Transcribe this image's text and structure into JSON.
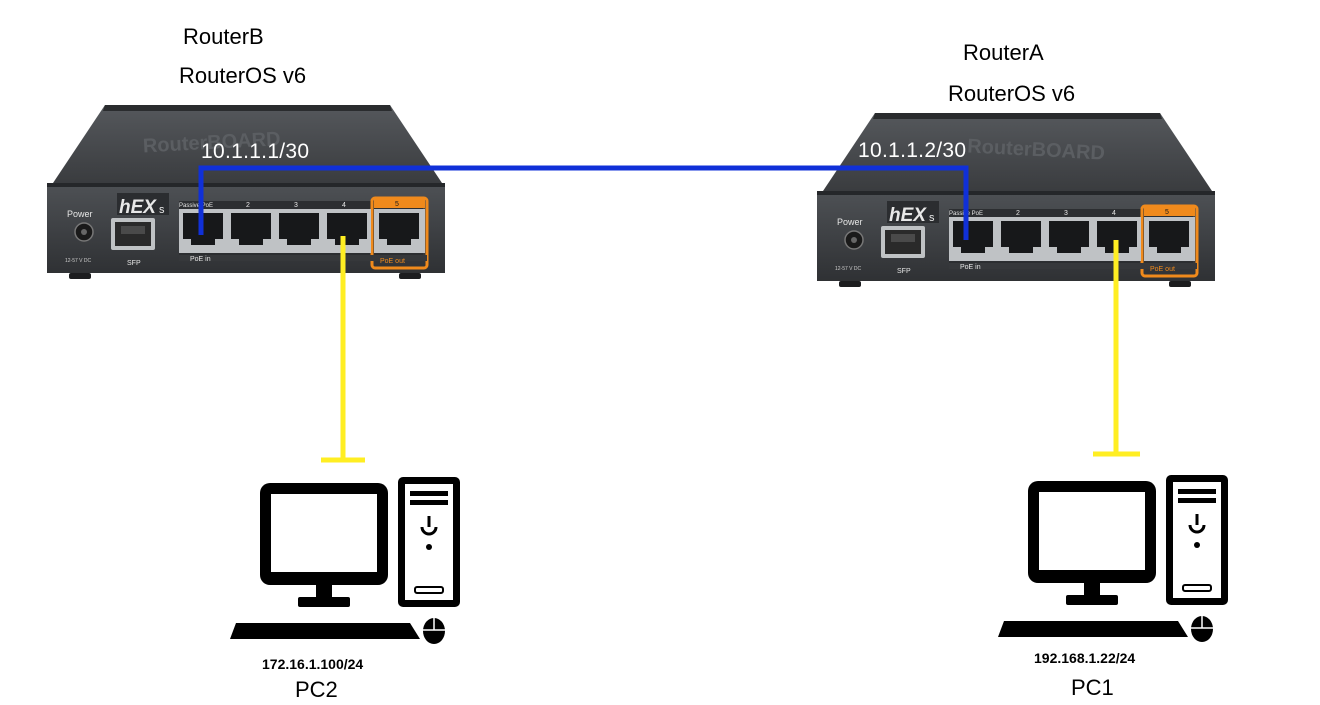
{
  "routers": [
    {
      "name": "RouterB",
      "os": "RouterOS v6",
      "ip": "10.1.1.1/30",
      "brand": "RouterBOARD",
      "model_badge": "hEX",
      "model_suffix": "s",
      "power_label": "Power",
      "dc_label": "12-57 V DC",
      "sfp_label": "SFP",
      "passive_label": "Passive PoE",
      "poe_in_label": "PoE in",
      "poe_out_label": "PoE out",
      "port_numbers": [
        "2",
        "3",
        "4",
        "5"
      ]
    },
    {
      "name": "RouterA",
      "os": "RouterOS v6",
      "ip": "10.1.1.2/30",
      "brand": "RouterBOARD",
      "model_badge": "hEX",
      "model_suffix": "s",
      "power_label": "Power",
      "dc_label": "12-57 V DC",
      "sfp_label": "SFP",
      "passive_label": "Passive PoE",
      "poe_in_label": "PoE in",
      "poe_out_label": "PoE out",
      "port_numbers": [
        "2",
        "3",
        "4",
        "5"
      ]
    }
  ],
  "pcs": [
    {
      "name": "PC2",
      "ip": "172.16.1.100/24"
    },
    {
      "name": "PC1",
      "ip": "192.168.1.22/24"
    }
  ],
  "colors": {
    "wan_link": "#1030d8",
    "lan_link": "#ffee22",
    "router_body": "#3d3f42",
    "router_top": "#4a4c4f",
    "port_orange": "#f08a1c",
    "pc_black": "#000000"
  }
}
